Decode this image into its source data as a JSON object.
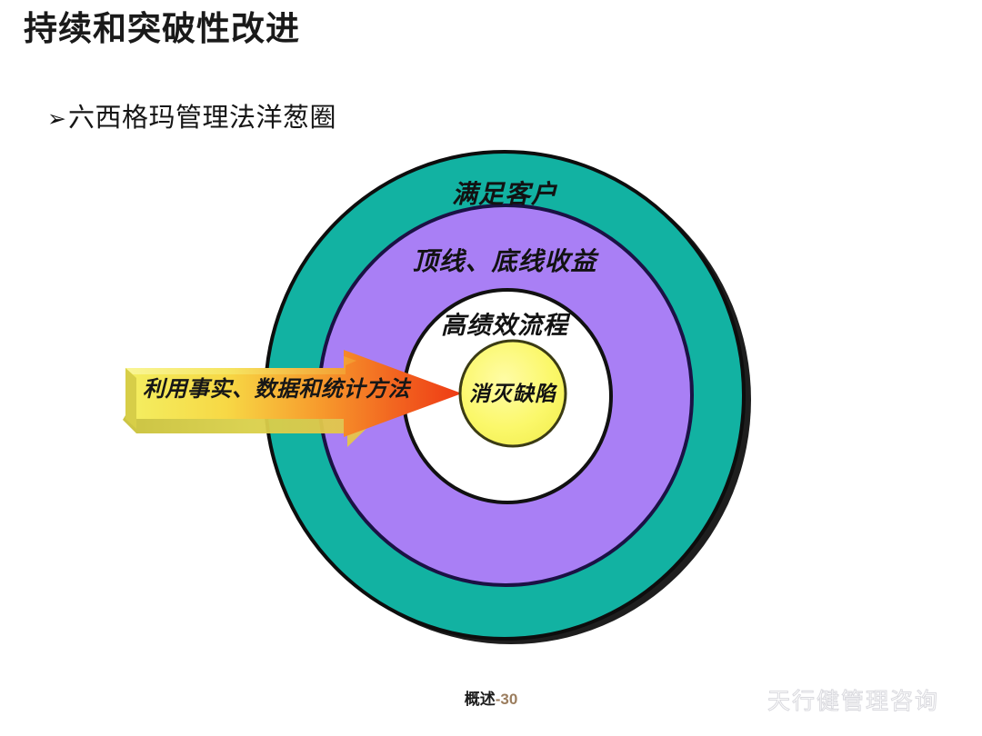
{
  "slide": {
    "title": "持续和突破性改进",
    "bullet": {
      "marker": "➢",
      "text": "六西格玛管理法洋葱圈"
    }
  },
  "diagram": {
    "type": "concentric-onion",
    "rings": [
      {
        "id": "outer",
        "label": "满足客户",
        "fill": "#12B2A2",
        "stroke": "#101010"
      },
      {
        "id": "middle",
        "label": "顶线、底线收益",
        "fill": "#A97FF5",
        "stroke": "#1a1040"
      },
      {
        "id": "inner",
        "label": "高绩效流程",
        "fill": "#FFFFFF",
        "stroke": "#101010"
      },
      {
        "id": "core",
        "label": "消灭缺陷",
        "fill": "#FAF870",
        "stroke": "#3a3a10"
      }
    ],
    "arrow": {
      "label": "利用事实、数据和统计方法",
      "gradient_start": "#F2EE5E",
      "gradient_mid": "#F6A12A",
      "gradient_end": "#EE3B15",
      "direction": "left-to-right"
    }
  },
  "footer": {
    "page_label": "概述",
    "page_number": "-30"
  },
  "watermark": {
    "icon": "wechat-icon",
    "text": "天行健管理咨询"
  }
}
